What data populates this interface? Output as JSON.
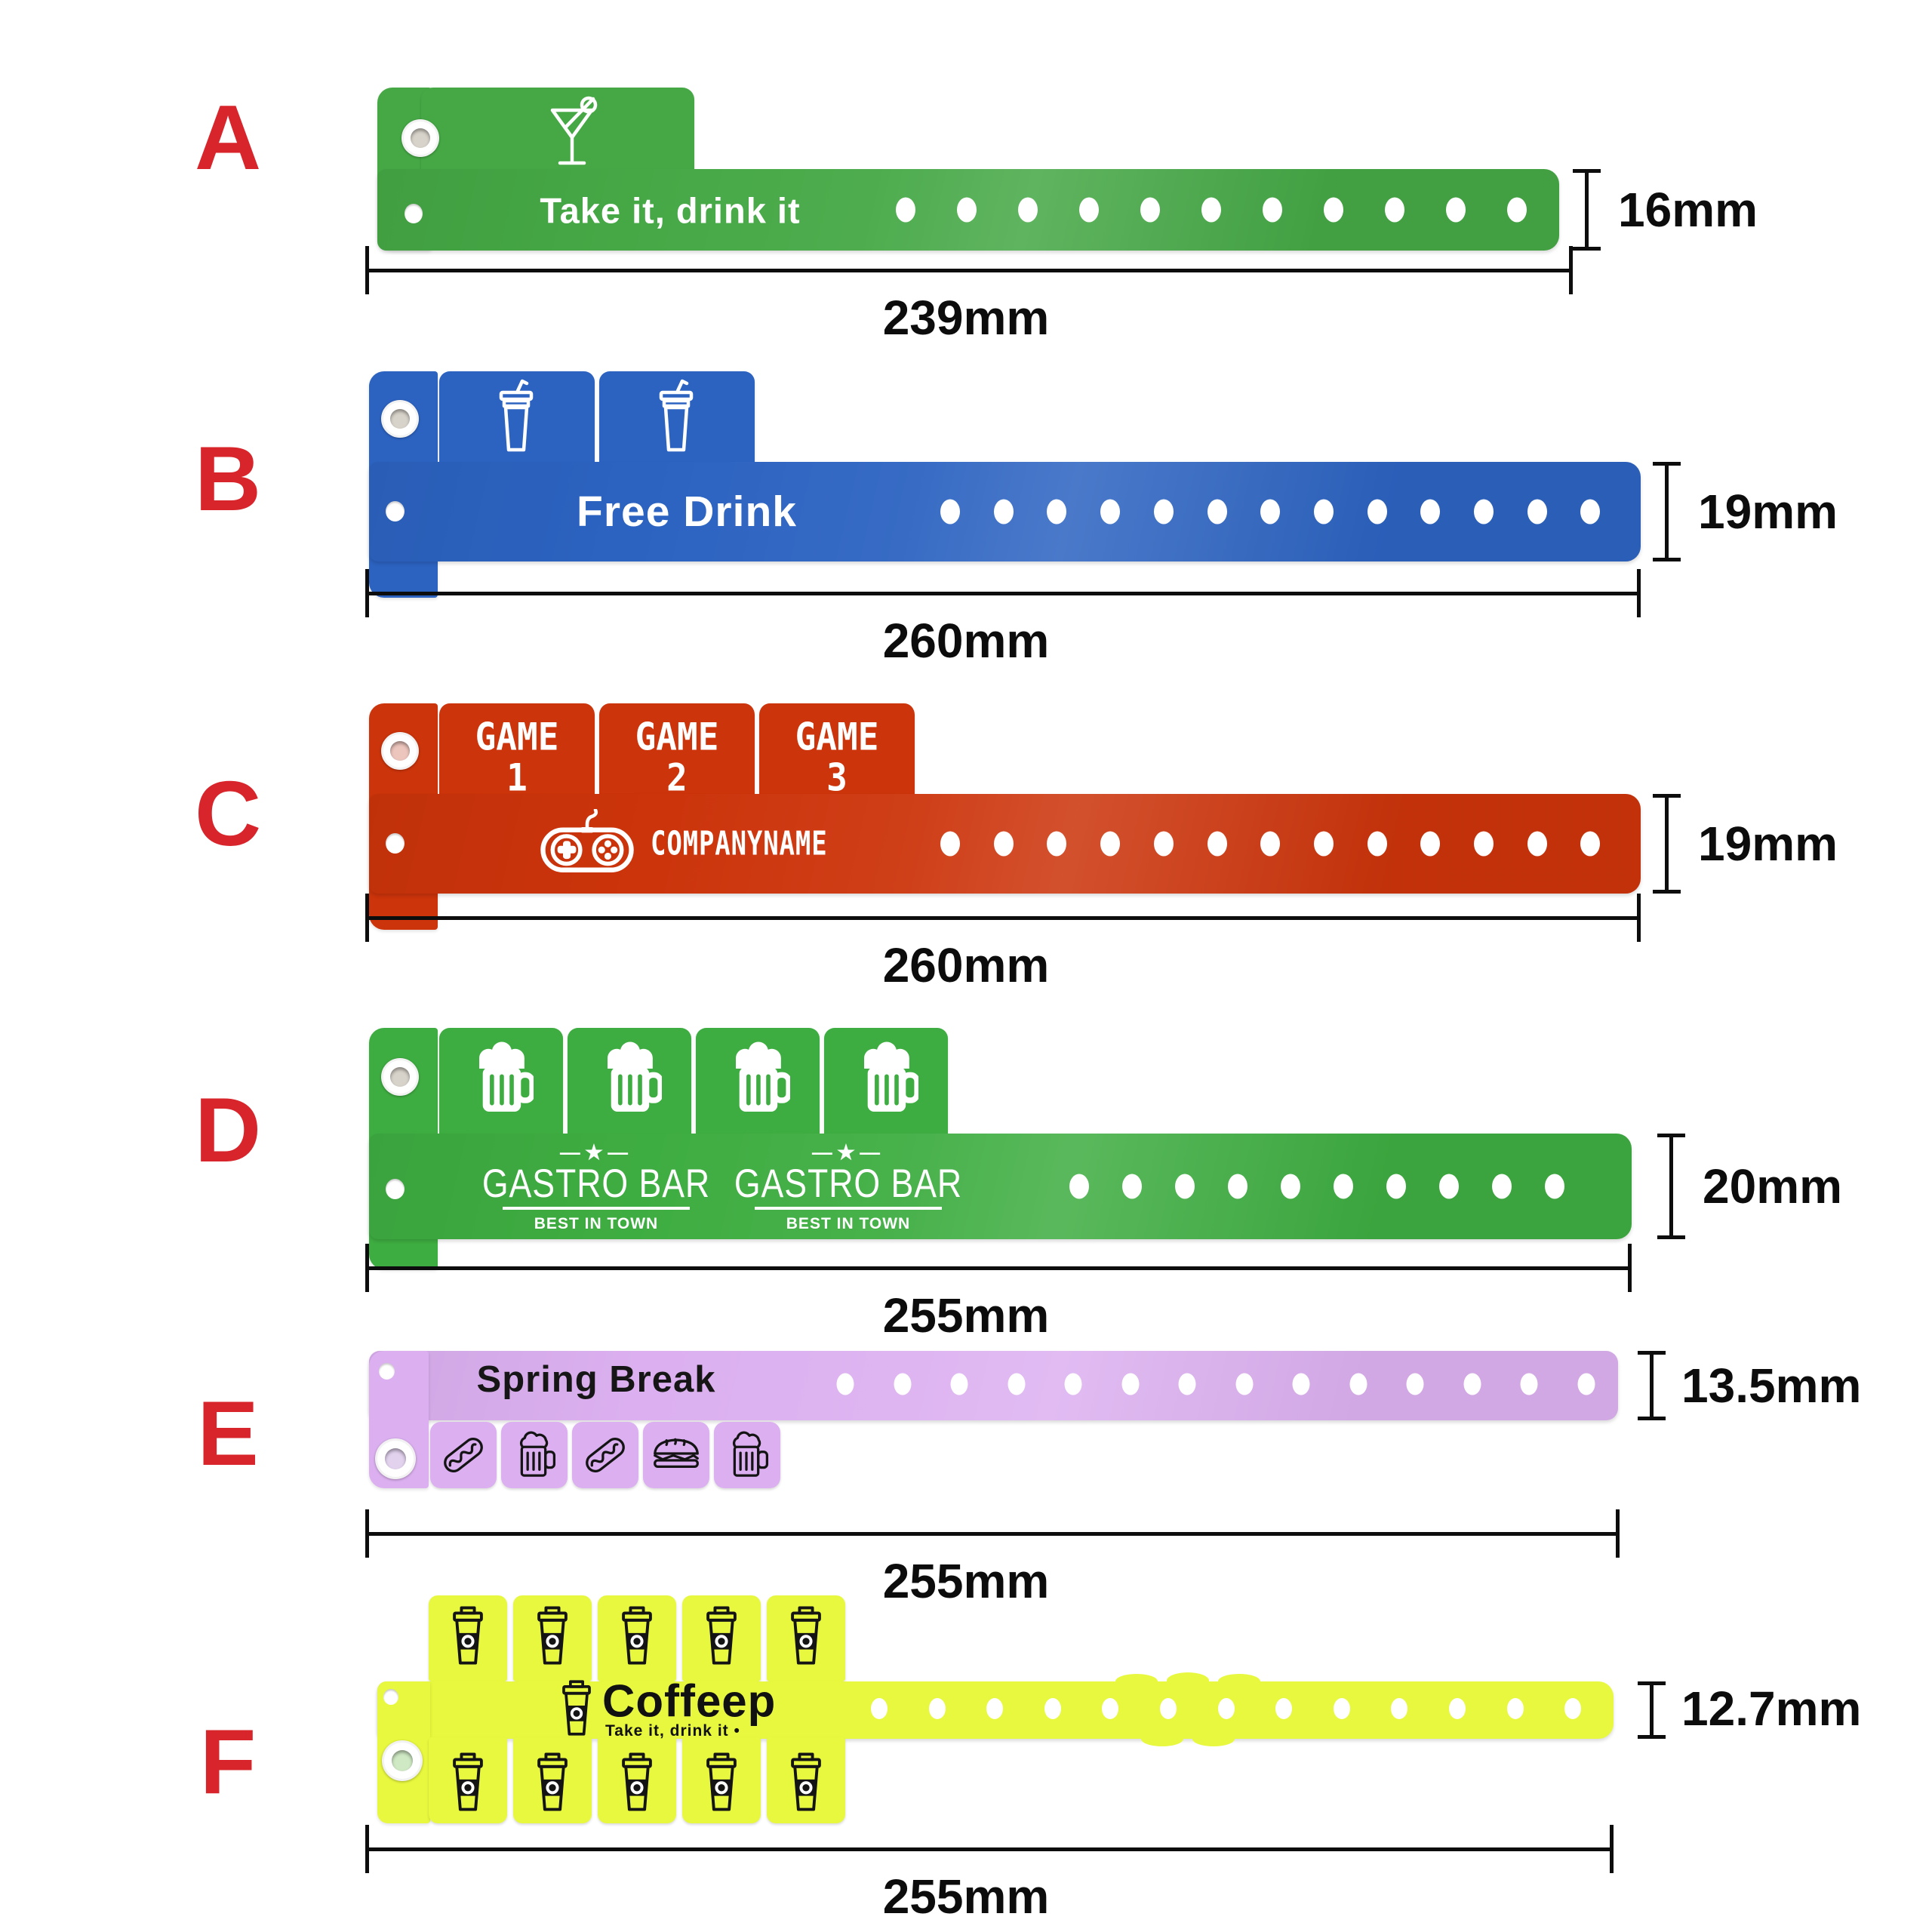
{
  "page": {
    "background": "#ffffff",
    "accent_red": "#d7252b",
    "dimension_color": "#0d0d0d"
  },
  "bands": [
    {
      "letter": "A",
      "color": "#45a845",
      "text": "Take it, drink it",
      "length": "239mm",
      "height": "16mm",
      "holes": 11,
      "icons": [
        "cocktail-icon"
      ]
    },
    {
      "letter": "B",
      "color": "#2c63c1",
      "text": "Free Drink",
      "length": "260mm",
      "height": "19mm",
      "holes": 13,
      "icons": [
        "drink-cup-icon",
        "drink-cup-icon"
      ]
    },
    {
      "letter": "C",
      "color": "#cc340b",
      "brand": "COMPANYNAME",
      "length": "260mm",
      "height": "19mm",
      "holes": 13,
      "icons": [
        "gamepad-icon"
      ],
      "tabs": [
        {
          "line1": "GAME",
          "line2": "1"
        },
        {
          "line1": "GAME",
          "line2": "2"
        },
        {
          "line1": "GAME",
          "line2": "3"
        }
      ]
    },
    {
      "letter": "D",
      "color": "#3ead41",
      "length": "255mm",
      "height": "20mm",
      "holes": 10,
      "icons": [
        "beer-icon",
        "beer-icon",
        "beer-icon",
        "beer-icon"
      ],
      "logo": {
        "ornament": "—★—",
        "name": "GASTRO BAR",
        "tagline": "BEST IN TOWN"
      }
    },
    {
      "letter": "E",
      "color": "#dcb0f0",
      "text": "Spring Break",
      "length": "255mm",
      "height": "13.5mm",
      "holes": 14,
      "icons": [
        "hotdog-icon",
        "beer-icon",
        "hotdog-icon",
        "sandwich-icon",
        "beer-icon"
      ]
    },
    {
      "letter": "F",
      "color": "#e8f83e",
      "length": "255mm",
      "height": "12.7mm",
      "holes": 13,
      "icons": [
        "coffee-cup-icon"
      ],
      "logo": {
        "name": "Coffeep",
        "tagline": "Take it, drink it •"
      }
    }
  ]
}
